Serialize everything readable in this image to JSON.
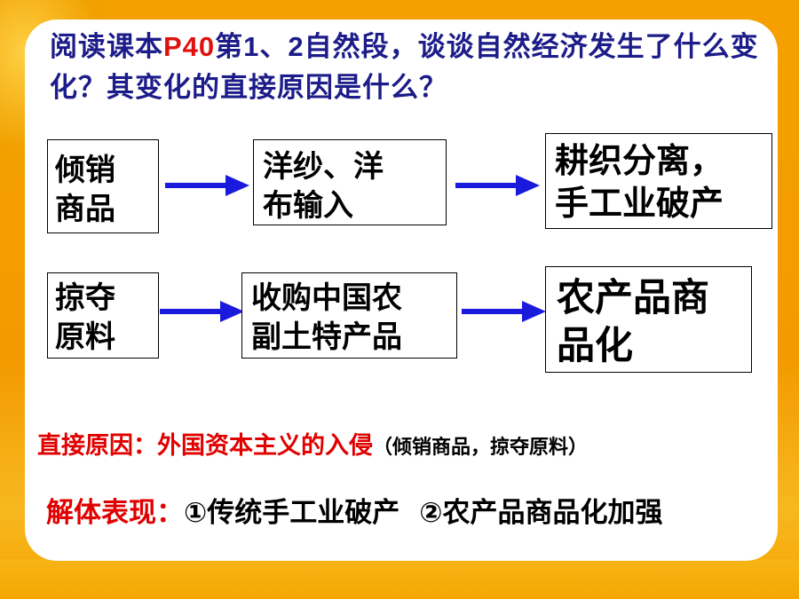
{
  "question": {
    "part1": "阅读课本",
    "page_ref": "P40",
    "part2": "第",
    "num1": "1",
    "part3": "、",
    "num2": "2",
    "part4": "自然段，谈谈自然经济发生了什么变化？其变化的直接原因是什么？"
  },
  "flow_rows": [
    {
      "cause": [
        "倾销",
        "商品"
      ],
      "middle": [
        "洋纱、洋",
        "布输入"
      ],
      "result": [
        "耕织分离，",
        "手工业破产"
      ]
    },
    {
      "cause": [
        "掠夺",
        "原料"
      ],
      "middle": [
        "收购中国农",
        "副土特产品"
      ],
      "result": [
        "农产品商",
        "品化"
      ]
    }
  ],
  "direct_cause": {
    "label": "直接原因：外国资本主义的入侵",
    "note": "（倾销商品，掠夺原料）"
  },
  "disintegration": {
    "label": "解体表现：",
    "item1": "①传统手工业破产",
    "item2": "②农产品商品化加强"
  },
  "colors": {
    "arrow": "#1a1adc",
    "question_text": "#1c1c8a",
    "highlight": "#e00000",
    "background": "#f5a000"
  }
}
